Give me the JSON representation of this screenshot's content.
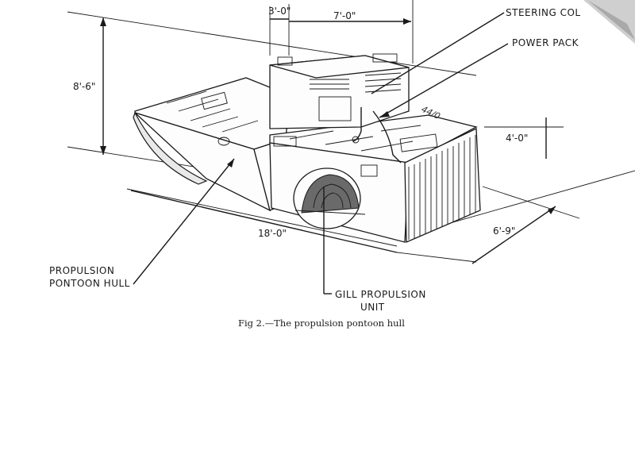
{
  "labels": {
    "steering": "STEERING COL",
    "power_pack": "POWER PACK",
    "propulsion_line1": "PROPULSION",
    "propulsion_line2": "PONTOON HULL",
    "gill_line1": "GILL PROPULSION",
    "gill_line2": "UNIT"
  },
  "dimensions": {
    "d_3_0": "3'-0\"",
    "d_7_0": "7'-0\"",
    "d_8_6": "8'-6\"",
    "d_4_0": "4'-0\"",
    "d_18_0": "18'-0\"",
    "d_6_9": "6'-9\""
  },
  "annotation": "44/0",
  "caption": "Fig 2.—The propulsion pontoon hull",
  "colors": {
    "ink": "#1a1a1a",
    "paper": "#ffffff",
    "corner_fold": "#bdbdbd"
  }
}
